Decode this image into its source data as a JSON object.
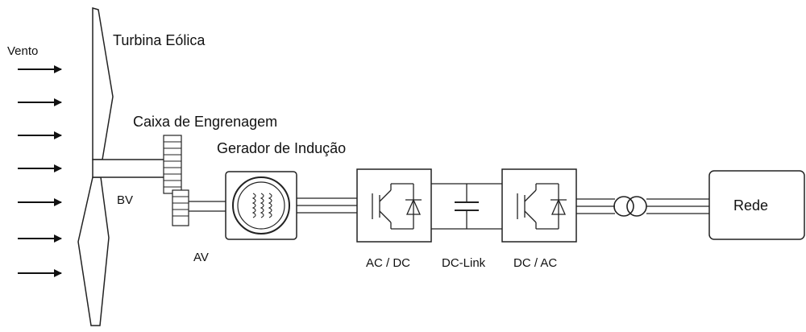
{
  "labels": {
    "wind": "Vento",
    "turbine": "Turbina Eólica",
    "gearbox": "Caixa de Engrenagem",
    "generator": "Gerador de Indução",
    "low_speed": "BV",
    "high_speed": "AV",
    "rectifier": "AC / DC",
    "dc_link": "DC-Link",
    "inverter": "DC / AC",
    "grid": "Rede"
  }
}
